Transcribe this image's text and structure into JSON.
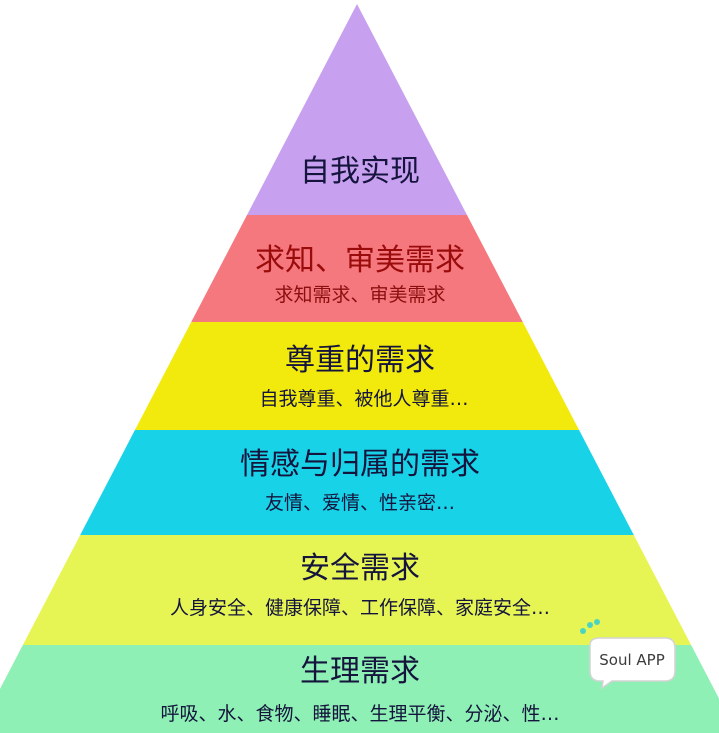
{
  "pyramid": {
    "levels": [
      {
        "title": "自我实现",
        "subtitle": "",
        "color": "#c8a0f0"
      },
      {
        "title": "求知、审美需求",
        "subtitle": "求知需求、审美需求",
        "color": "#f5787e"
      },
      {
        "title": "尊重的需求",
        "subtitle": "自我尊重、被他人尊重…",
        "color": "#f2ea0c"
      },
      {
        "title": "情感与归属的需求",
        "subtitle": "友情、爱情、性亲密…",
        "color": "#18d2e8"
      },
      {
        "title": "安全需求",
        "subtitle": "人身安全、健康保障、工作保障、家庭安全…",
        "color": "#e6f554"
      },
      {
        "title": "生理需求",
        "subtitle": "呼吸、水、食物、睡眠、生理平衡、分泌、性…",
        "color": "#8ef0b4"
      }
    ]
  },
  "watermark": {
    "label": "Soul APP",
    "accent": "#4cd4c0"
  }
}
